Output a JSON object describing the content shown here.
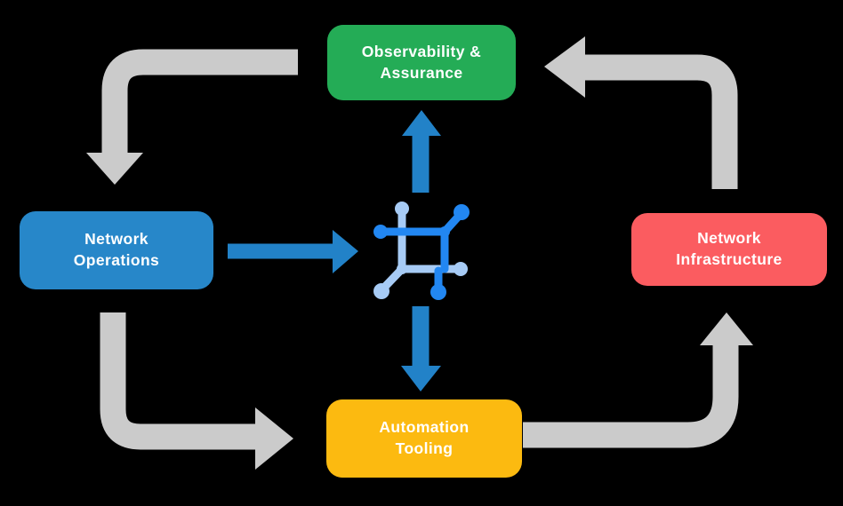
{
  "colors": {
    "background": "#000000",
    "green": "#24AC56",
    "blue": "#2787C9",
    "red": "#FB5C60",
    "yellow": "#FCBA10",
    "gray_arrow": "#CBCBCB",
    "blue_arrow": "#2282C8",
    "icon_blue": "#2287F2",
    "icon_light_blue": "#A7CBF5",
    "text": "#FFFFFF"
  },
  "diagram": {
    "nodes": [
      {
        "id": "observability-assurance",
        "lines": [
          "Observability &",
          "Assurance"
        ],
        "color_key": "green"
      },
      {
        "id": "network-operations",
        "lines": [
          "Network",
          "Operations"
        ],
        "color_key": "blue"
      },
      {
        "id": "network-infrastructure",
        "lines": [
          "Network",
          "Infrastructure"
        ],
        "color_key": "red"
      },
      {
        "id": "automation-tooling",
        "lines": [
          "Automation",
          "Tooling"
        ],
        "color_key": "yellow"
      }
    ],
    "center_icon": {
      "name": "network-mesh-icon"
    },
    "flows": {
      "outer_cycle": [
        {
          "from": "Observability & Assurance",
          "to": "Network Operations",
          "style": "gray"
        },
        {
          "from": "Network Operations",
          "to": "Automation Tooling",
          "style": "gray"
        },
        {
          "from": "Automation Tooling",
          "to": "Network Infrastructure",
          "style": "gray"
        },
        {
          "from": "Network Infrastructure",
          "to": "Observability & Assurance",
          "style": "gray"
        }
      ],
      "center_links": [
        {
          "from": "Network Operations",
          "to": "center",
          "style": "blue"
        },
        {
          "from": "center",
          "to": "Observability & Assurance",
          "style": "blue"
        },
        {
          "from": "center",
          "to": "Automation Tooling",
          "style": "blue"
        }
      ]
    }
  }
}
